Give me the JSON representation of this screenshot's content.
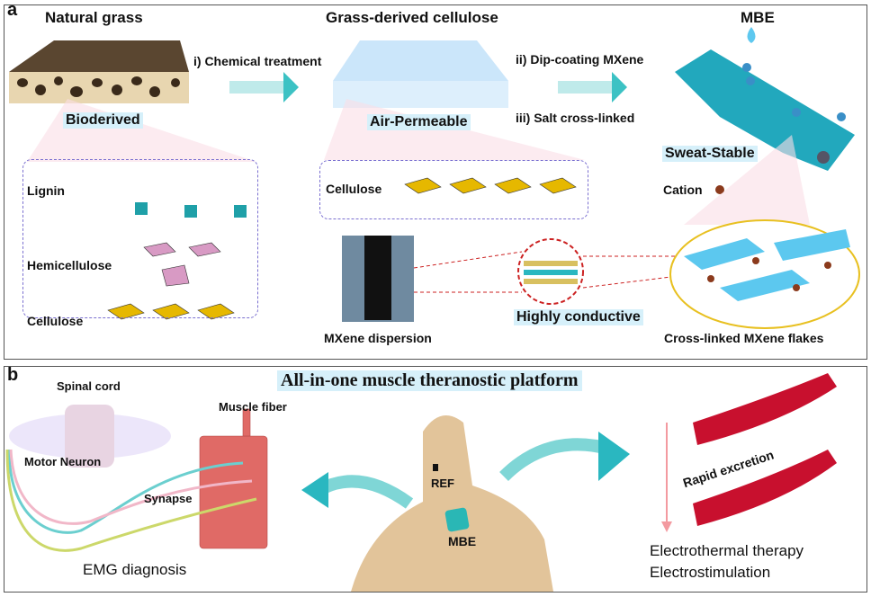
{
  "panel_a": {
    "label": "a",
    "natural_grass": "Natural grass",
    "grass_cellulose": "Grass-derived cellulose",
    "mbe": "MBE",
    "step1": "i) Chemical treatment",
    "step2": "ii) Dip-coating MXene",
    "step3": "iii) Salt cross-linked",
    "bioderived": "Bioderived",
    "air_permeable": "Air-Permeable",
    "sweat_stable": "Sweat-Stable",
    "cation": "Cation",
    "lignin": "Lignin",
    "hemicellulose": "Hemicellulose",
    "cellulose_left": "Cellulose",
    "cellulose_mid": "Cellulose",
    "mxene_dispersion": "MXene dispersion",
    "highly_conductive": "Highly conductive",
    "crosslinked": "Cross-linked MXene flakes"
  },
  "panel_b": {
    "label": "b",
    "title": "All-in-one muscle theranostic platform",
    "spinal_cord": "Spinal cord",
    "muscle_fiber": "Muscle fiber",
    "motor_neuron": "Motor Neuron",
    "synapse": "Synapse",
    "ref": "REF",
    "mbe": "MBE",
    "emg": "EMG diagnosis",
    "rapid_excretion": "Rapid excretion",
    "therapy1": "Electrothermal therapy",
    "therapy2": "Electrostimulation"
  },
  "colors": {
    "teal": "#2ab7c0",
    "highlight": "#d6f0fa",
    "muscle": "#e06a66",
    "vessel": "#c8102e",
    "skin": "#e2c49a"
  }
}
